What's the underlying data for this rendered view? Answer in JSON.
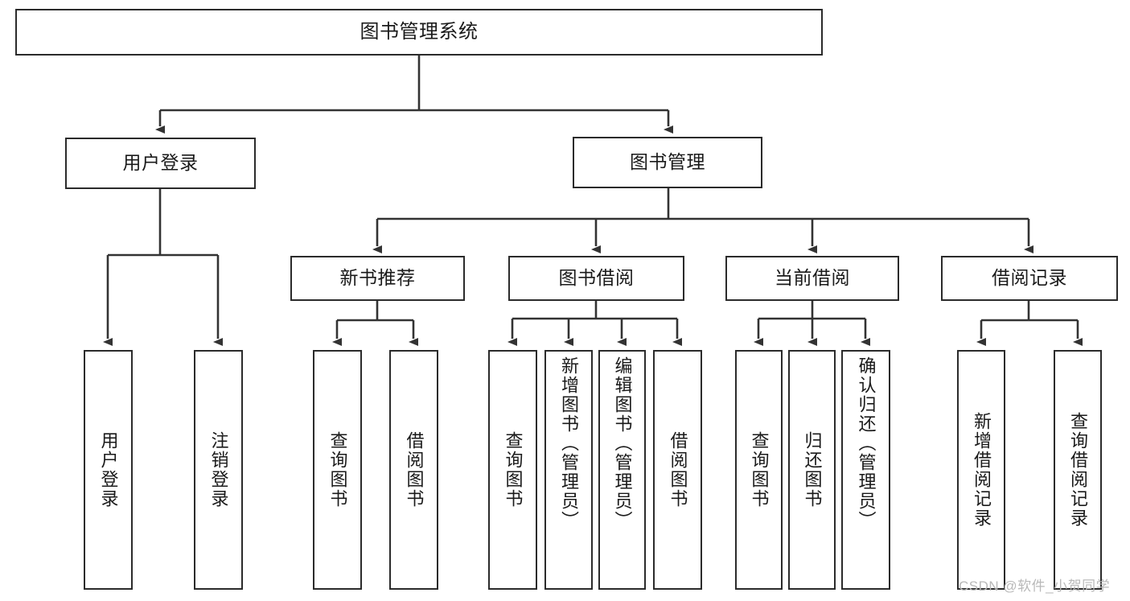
{
  "diagram": {
    "type": "tree-hierarchy",
    "title": "图书管理系统",
    "watermark": "CSDN @软件_小贺同学",
    "colors": {
      "box_border": "#2b2b2b",
      "box_fill": "#ffffff",
      "connector": "#333333",
      "text": "#1a1a1a",
      "watermark": "#b9b9b9"
    },
    "nodes": {
      "root": {
        "label": "图书管理系统"
      },
      "level1": [
        {
          "id": "user-login",
          "label": "用户登录"
        },
        {
          "id": "book-manage",
          "label": "图书管理"
        }
      ],
      "level2": [
        {
          "id": "new-book-rec",
          "label": "新书推荐"
        },
        {
          "id": "book-borrow",
          "label": "图书借阅"
        },
        {
          "id": "current-borrow",
          "label": "当前借阅"
        },
        {
          "id": "borrow-record",
          "label": "借阅记录"
        }
      ],
      "leaves": [
        {
          "id": "leaf-user-login",
          "label": "用户登录",
          "parent": "user-login"
        },
        {
          "id": "leaf-logout",
          "label": "注销登录",
          "parent": "user-login"
        },
        {
          "id": "leaf-query-book-1",
          "label": "查询图书",
          "parent": "new-book-rec"
        },
        {
          "id": "leaf-borrow-book-1",
          "label": "借阅图书",
          "parent": "new-book-rec"
        },
        {
          "id": "leaf-query-book-2",
          "label": "查询图书",
          "parent": "book-borrow"
        },
        {
          "id": "leaf-add-book",
          "label": "新增图书（管理员）",
          "parent": "book-borrow"
        },
        {
          "id": "leaf-edit-book",
          "label": "编辑图书（管理员）",
          "parent": "book-borrow"
        },
        {
          "id": "leaf-borrow-book-2",
          "label": "借阅图书",
          "parent": "book-borrow"
        },
        {
          "id": "leaf-query-book-3",
          "label": "查询图书",
          "parent": "current-borrow"
        },
        {
          "id": "leaf-return-book",
          "label": "归还图书",
          "parent": "current-borrow"
        },
        {
          "id": "leaf-confirm-return",
          "label": "确认归还（管理员）",
          "parent": "current-borrow"
        },
        {
          "id": "leaf-add-record",
          "label": "新增借阅记录",
          "parent": "borrow-record"
        },
        {
          "id": "leaf-query-record",
          "label": "查询借阅记录",
          "parent": "borrow-record"
        }
      ]
    }
  }
}
